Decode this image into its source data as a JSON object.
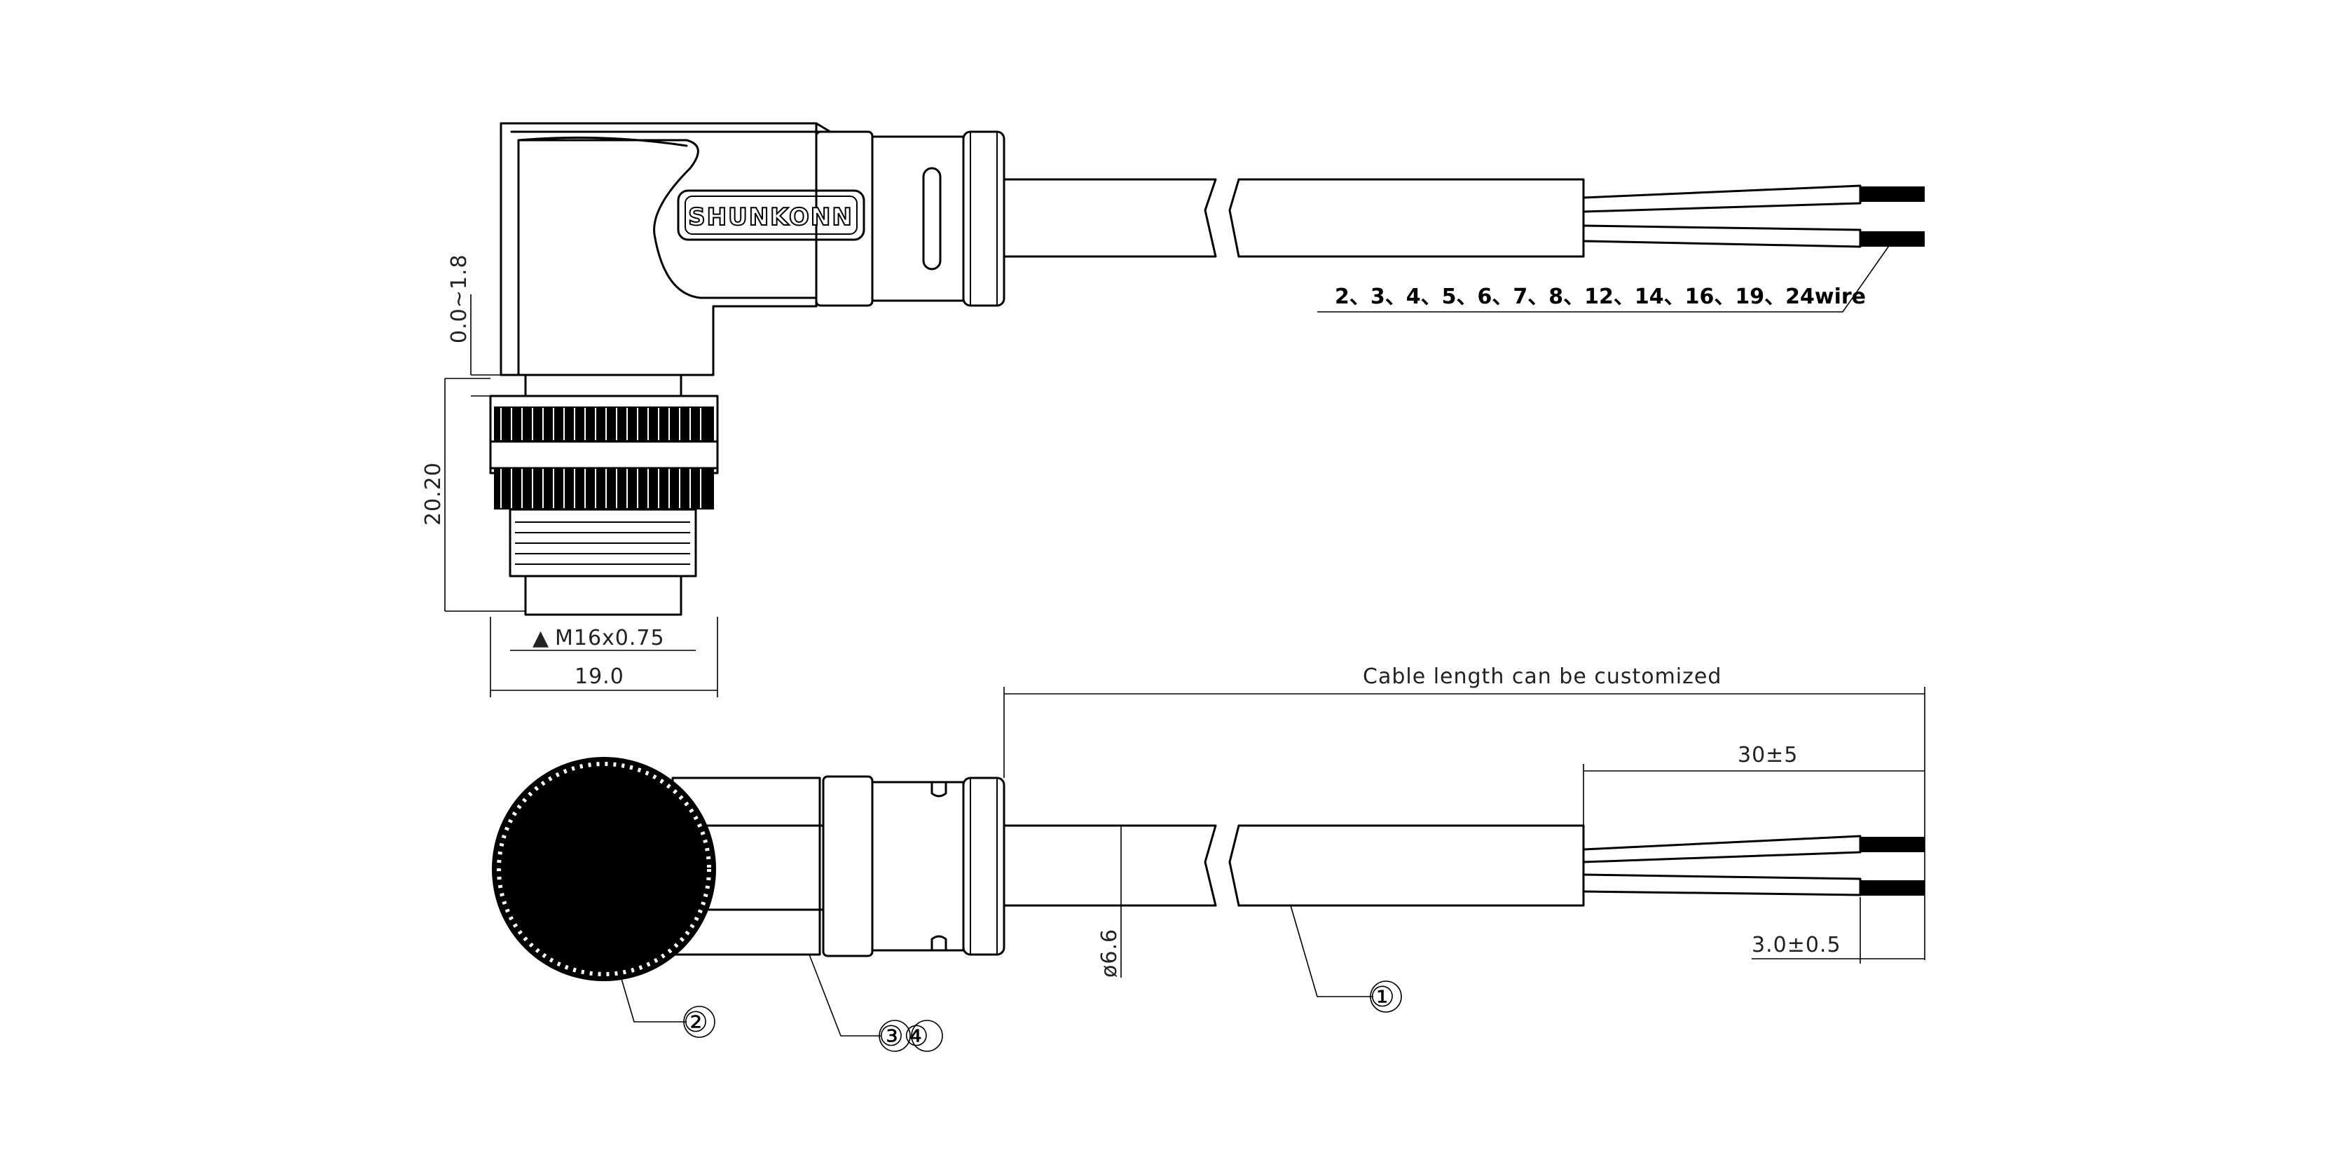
{
  "brand_label": "SHUNKONN",
  "wire_options": "2、3、4、5、6、7、8、12、14、16、19、24wire",
  "dimensions": {
    "offset": "0.0~1.8",
    "height": "20.20",
    "thread": "M16x0.75",
    "thread_marker": "▲",
    "width": "19.0",
    "cable_length": "Cable length can be customized",
    "strip_length": "30±5",
    "wire_end": "3.0±0.5",
    "diameter": "ø6.6"
  },
  "pins": [
    "1",
    "2"
  ],
  "callouts": [
    "①",
    "②",
    "③④"
  ],
  "colors": {
    "line": "#000000",
    "background": "#ffffff"
  }
}
